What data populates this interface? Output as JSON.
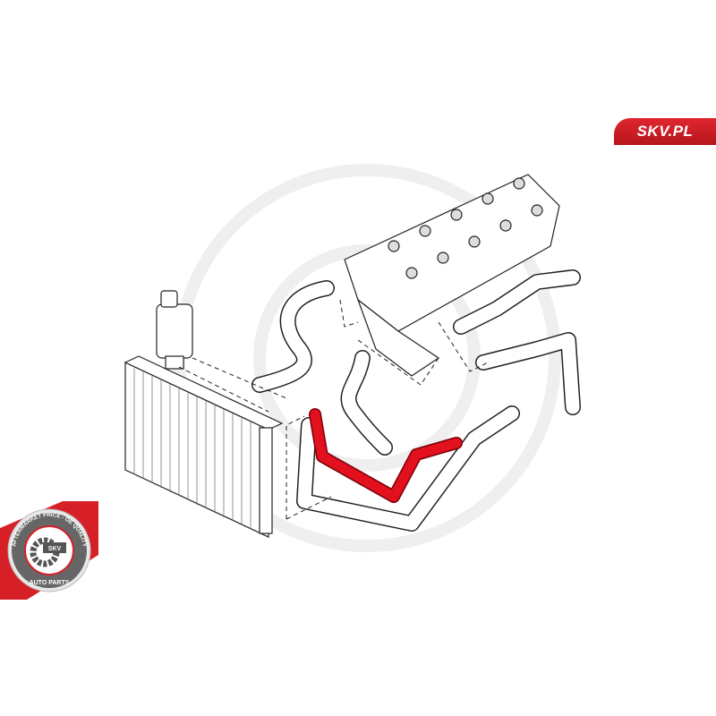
{
  "brand": {
    "label": "SKV.PL",
    "color": "#d71f27"
  },
  "badge": {
    "top_text": "AFTERMARKET PRICE - OE QUALITY",
    "center_text": "SKV",
    "bottom_text": "AUTO PARTS"
  },
  "colors": {
    "highlight_hose": "#e3101e",
    "line": "#222222",
    "watermark": "#eeeeee"
  }
}
